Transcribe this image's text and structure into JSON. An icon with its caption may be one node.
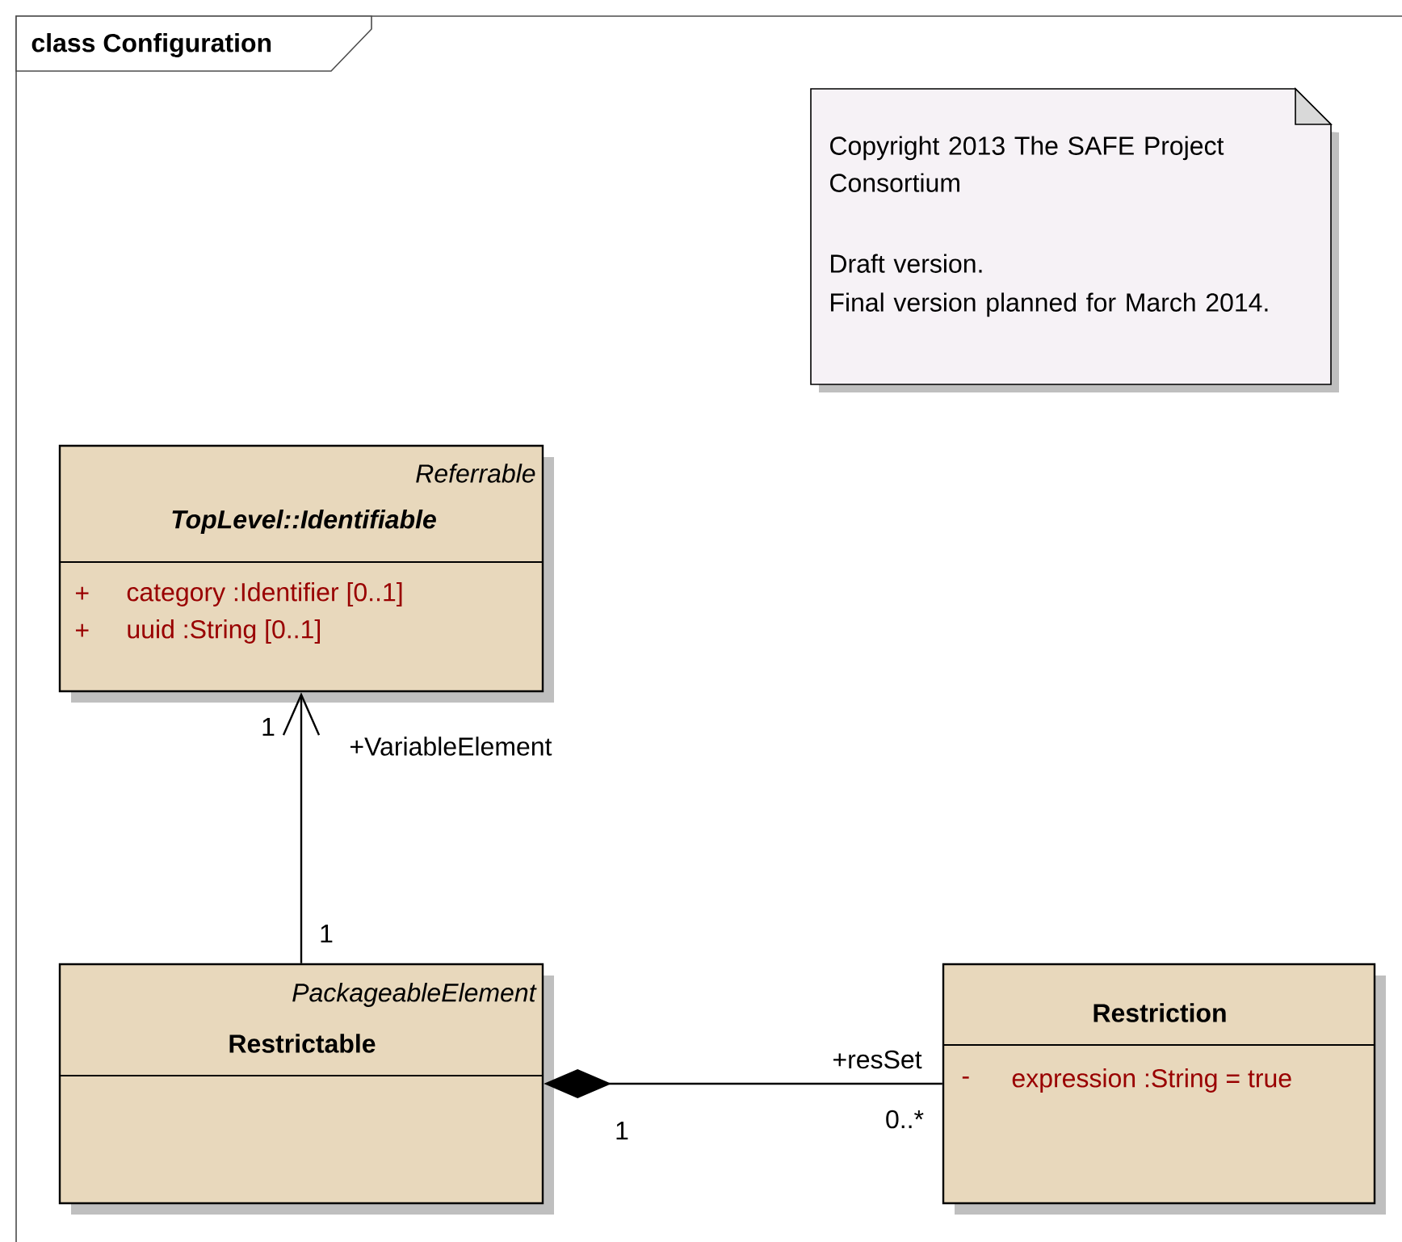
{
  "diagram": {
    "title": "class Configuration",
    "nodes": [
      {
        "text": [
          "Copyright 2013 The SAFE Project Consortium",
          "Draft version.",
          "Final version planned for March 2014."
        ]
      },
      {
        "text": [
          "Referrable",
          "TopLevel::Identifiable",
          "+",
          "category  :Identifier [0..1]",
          "+",
          "uuid  :String [0..1]"
        ]
      },
      {
        "text": [
          "PackageableElement",
          "Restrictable"
        ]
      },
      {
        "text": [
          "Restriction",
          "-",
          "expression  :String = true"
        ]
      }
    ],
    "edges": [
      {
        "from": 2,
        "to": 1,
        "arrow": "to",
        "label": "+VariableElement"
      },
      {
        "from": 2,
        "to": 3,
        "arrow": "other",
        "label": "+resSet"
      }
    ],
    "labels": [
      "1",
      "1",
      "1",
      "0..*"
    ]
  }
}
